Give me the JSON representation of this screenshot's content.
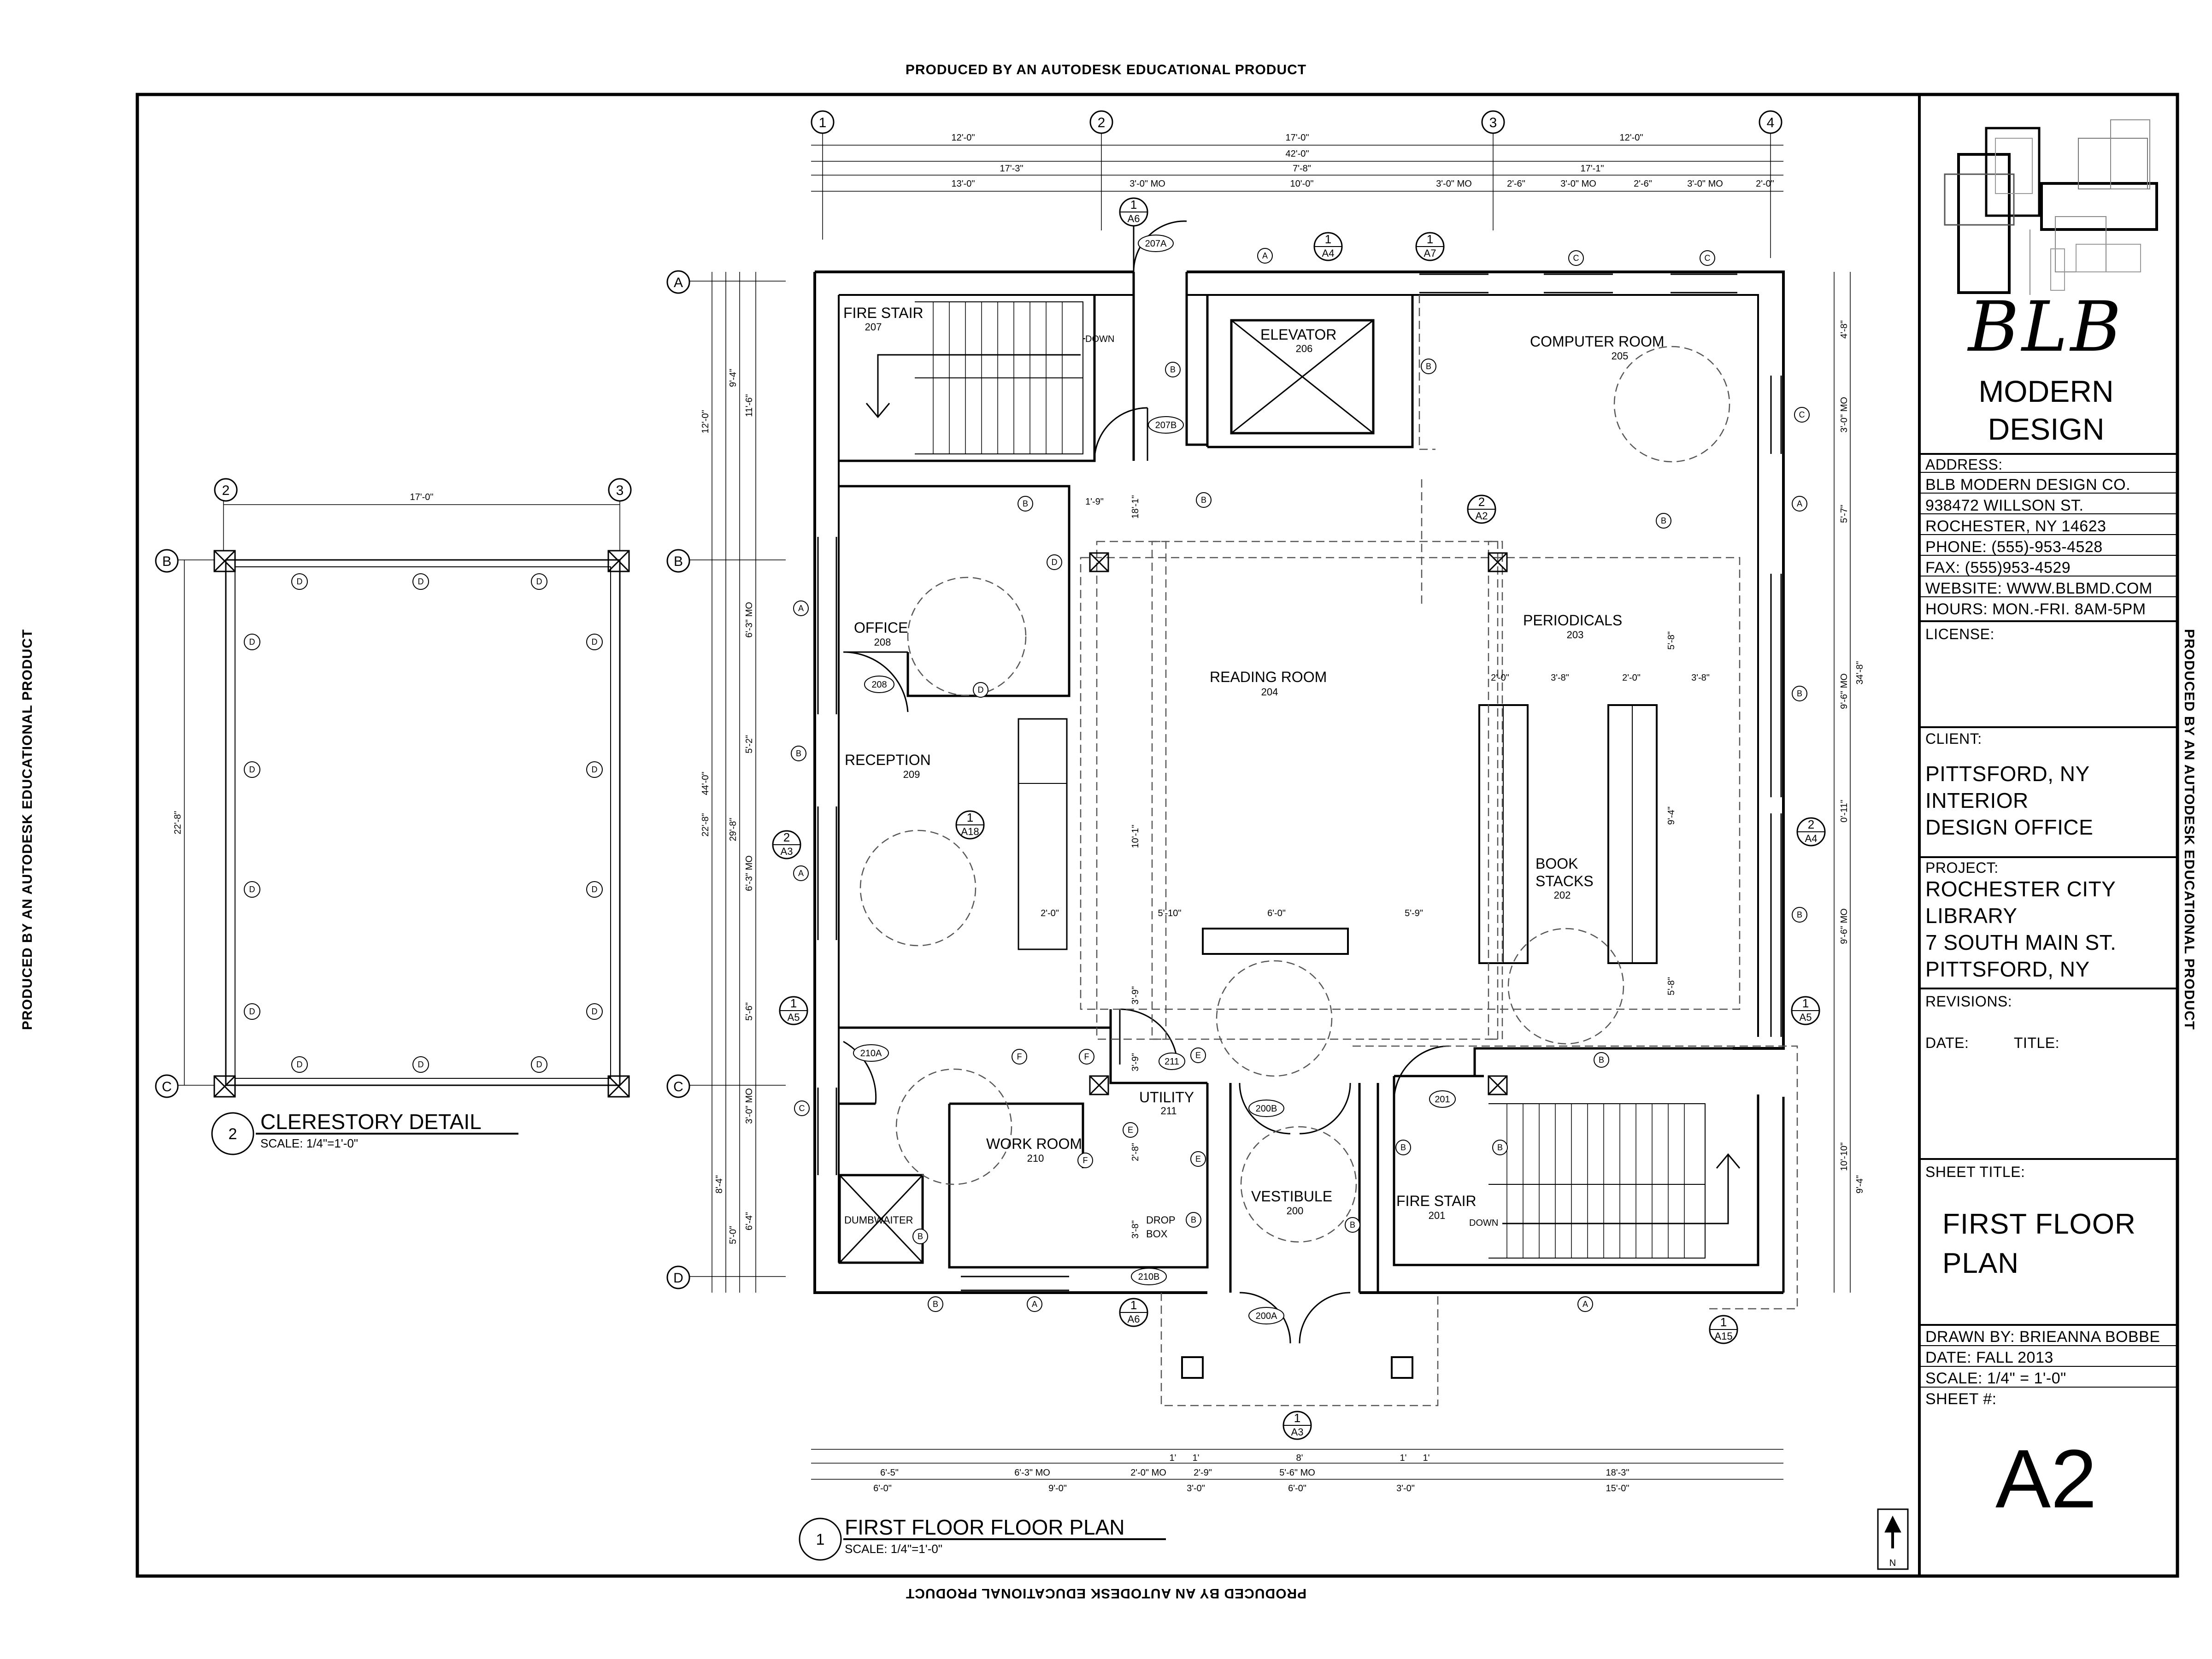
{
  "watermark": "PRODUCED BY AN AUTODESK EDUCATIONAL PRODUCT",
  "title_block": {
    "logo_letters": "BLB",
    "logo_sub": "MODERN\nDESIGN",
    "address_label": "ADDRESS:",
    "address_lines": [
      "BLB MODERN DESIGN CO.",
      "938472 WILLSON ST.",
      "ROCHESTER, NY 14623",
      "PHONE: (555)-953-4528",
      "FAX: (555)953-4529",
      "WEBSITE: WWW.BLBMD.COM",
      "HOURS: MON.-FRI. 8AM-5PM"
    ],
    "license_label": "LICENSE:",
    "client_label": "CLIENT:",
    "client_lines": [
      "PITTSFORD, NY",
      "INTERIOR",
      "DESIGN OFFICE"
    ],
    "project_label": "PROJECT:",
    "project_lines": [
      "ROCHESTER CITY",
      "LIBRARY",
      "7 SOUTH MAIN ST.",
      "PITTSFORD, NY"
    ],
    "revisions_label": "REVISIONS:",
    "date_label": "DATE:",
    "title_label": "TITLE:",
    "sheet_title_label": "SHEET TITLE:",
    "sheet_title_lines": [
      "FIRST FLOOR",
      "PLAN"
    ],
    "drawn_by": "DRAWN BY: BRIEANNA BOBBE",
    "date": "DATE: FALL 2013",
    "scale": "SCALE: 1/4\" = 1'-0\"",
    "sheet_no_label": "SHEET #:",
    "sheet_no": "A2"
  },
  "plan": {
    "title": "FIRST FLOOR FLOOR PLAN",
    "scale": "SCALE: 1/4\"=1'-0\"",
    "number": "1",
    "grid_cols": [
      "1",
      "2",
      "3",
      "4"
    ],
    "grid_rows": [
      "A",
      "B",
      "C",
      "D"
    ],
    "top_dims_row1": [
      "12'-0\"",
      "17'-0\"",
      "12'-0\""
    ],
    "top_dims_row2": [
      "42'-0\""
    ],
    "top_dims_row3": [
      "17'-3\"",
      "7'-8\"",
      "17'-1\""
    ],
    "top_dims_row4": [
      "13'-0\"",
      "3'-0\" MO",
      "10'-0\"",
      "3'-0\" MO",
      "2'-6\"",
      "3'-0\" MO",
      "2'-6\"",
      "3'-0\" MO",
      "2'-0\""
    ],
    "bottom_dims_row1": [
      "1'",
      "1'",
      "8'",
      "1'",
      "1'"
    ],
    "bottom_dims_row2": [
      "6'-5\"",
      "6'-3\" MO",
      "2'-0\" MO",
      "2'-9\"",
      "5'-6\" MO",
      "18'-3\""
    ],
    "bottom_dims_row3": [
      "6'-0\"",
      "9'-0\"",
      "3'-0\"",
      "6'-0\"",
      "3'-0\"",
      "15'-0\""
    ],
    "left_dims_outer": [
      "12'-0\"",
      "44'-0\"",
      "22'-8\""
    ],
    "left_dims_mid": [
      "9'-4\"",
      "11'-6\"",
      "6'-3\" MO",
      "5'-2\"",
      "29'-8\"",
      "6'-3\" MO",
      "5'-6\"",
      "3'-0\" MO",
      "8'-4\"",
      "6'-4\"",
      "5'-0\""
    ],
    "right_dims": [
      "4'-8\"",
      "3'-0\" MO",
      "5'-7\"",
      "9'-6\" MO",
      "34'-8\"",
      "0'-11\"",
      "9'-6\" MO",
      "10'-10\"",
      "9'-4\""
    ],
    "rooms": [
      {
        "name": "FIRE STAIR",
        "number": "207"
      },
      {
        "name": "ELEVATOR",
        "number": "206"
      },
      {
        "name": "COMPUTER ROOM",
        "number": "205"
      },
      {
        "name": "OFFICE",
        "number": "208"
      },
      {
        "name": "READING ROOM",
        "number": "204"
      },
      {
        "name": "PERIODICALS",
        "number": "203"
      },
      {
        "name": "RECEPTION",
        "number": "209"
      },
      {
        "name": "BOOK\nSTACKS",
        "number": "202"
      },
      {
        "name": "UTILITY",
        "number": "211"
      },
      {
        "name": "WORK ROOM",
        "number": "210"
      },
      {
        "name": "VESTIBULE",
        "number": "200"
      },
      {
        "name": "FIRE STAIR",
        "number": "201"
      },
      {
        "name": "DUMBWAITER",
        "number": ""
      },
      {
        "name": "DROP\nBOX",
        "number": ""
      }
    ],
    "doors": [
      "207A",
      "207B",
      "208",
      "210A",
      "211",
      "200B",
      "201",
      "210B",
      "200A"
    ],
    "interior_dims": [
      "1'-9\"",
      "18'-1\"",
      "2'-0\"",
      "3'-8\"",
      "2'-0\"",
      "3'-8\"",
      "5'-8\"",
      "9'-4\"",
      "5'-8\"",
      "2'-0\"",
      "5'-10\"",
      "6'-0\"",
      "5'-9\"",
      "10'-1\"",
      "3'-9\"",
      "3'-9\"",
      "2'-8\"",
      "3'-8\""
    ],
    "stair_labels": [
      "DOWN",
      "DOWN"
    ],
    "section_markers": [
      {
        "num": "1",
        "sheet": "A6"
      },
      {
        "num": "1",
        "sheet": "A4"
      },
      {
        "num": "1",
        "sheet": "A7"
      },
      {
        "num": "2",
        "sheet": "A2"
      },
      {
        "num": "1",
        "sheet": "A18"
      },
      {
        "num": "2",
        "sheet": "A3"
      },
      {
        "num": "2",
        "sheet": "A4"
      },
      {
        "num": "1",
        "sheet": "A5"
      },
      {
        "num": "1",
        "sheet": "A5"
      },
      {
        "num": "1",
        "sheet": "A6"
      },
      {
        "num": "1",
        "sheet": "A15"
      },
      {
        "num": "1",
        "sheet": "A3"
      }
    ],
    "tags": [
      "A",
      "B",
      "C",
      "D",
      "E",
      "F"
    ],
    "north_label": "N"
  },
  "detail": {
    "title": "CLERESTORY DETAIL",
    "scale": "SCALE: 1/4\"=1'-0\"",
    "number": "2",
    "grid_cols": [
      "2",
      "3"
    ],
    "grid_rows": [
      "B",
      "C"
    ],
    "width_dim": "17'-0\"",
    "height_dim": "22'-8\""
  }
}
